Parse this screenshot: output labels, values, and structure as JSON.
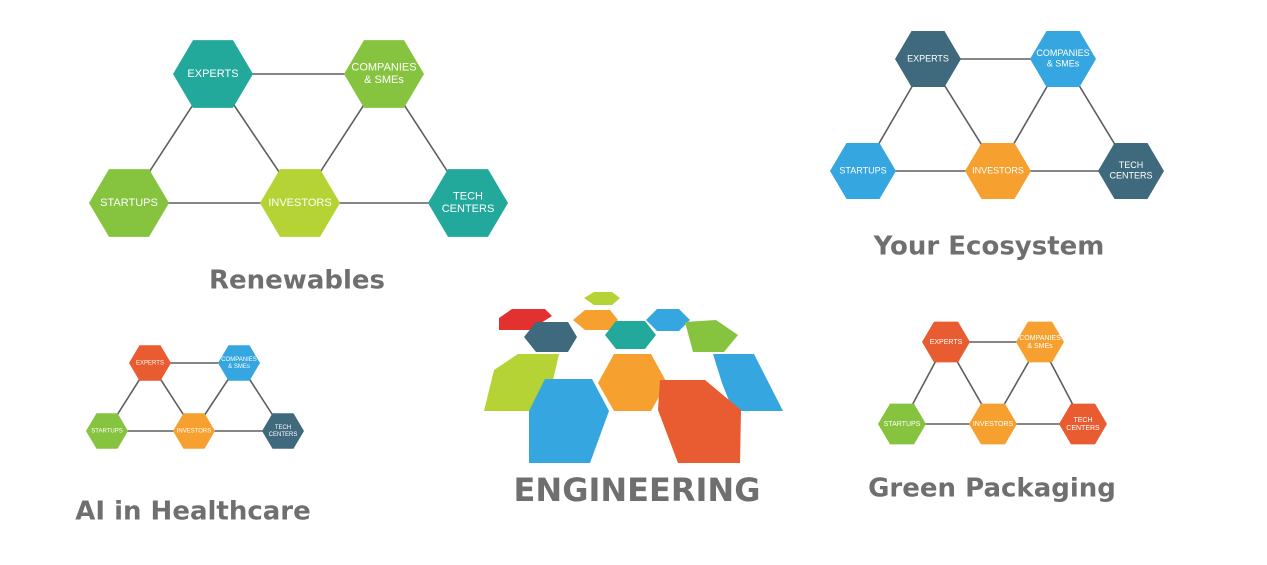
{
  "colors": {
    "teal": "#22a99c",
    "green": "#86c440",
    "lime": "#b5d334",
    "slate": "#3f6a7e",
    "blue": "#35a6df",
    "orange": "#f6a12f",
    "red": "#e95b30",
    "crimson": "#e2312f",
    "caption": "#6f6f6f"
  },
  "networks": [
    {
      "id": "renewables",
      "caption": "Renewables",
      "nodes": [
        {
          "key": "experts",
          "lines": [
            "EXPERTS"
          ],
          "color": "teal",
          "icon": "hexagon"
        },
        {
          "key": "companies",
          "lines": [
            "COMPANIES",
            "& SMEs"
          ],
          "color": "green",
          "icon": "hexagon"
        },
        {
          "key": "startups",
          "lines": [
            "STARTUPS"
          ],
          "color": "green",
          "icon": "hexagon"
        },
        {
          "key": "investors",
          "lines": [
            "INVESTORS"
          ],
          "color": "lime",
          "icon": "hexagon"
        },
        {
          "key": "tech",
          "lines": [
            "TECH",
            "CENTERS"
          ],
          "color": "teal",
          "icon": "hexagon"
        }
      ]
    },
    {
      "id": "ecosystem",
      "caption": "Your Ecosystem",
      "nodes": [
        {
          "key": "experts",
          "lines": [
            "EXPERTS"
          ],
          "color": "slate",
          "icon": "hexagon"
        },
        {
          "key": "companies",
          "lines": [
            "COMPANIES",
            "& SMEs"
          ],
          "color": "blue",
          "icon": "hexagon"
        },
        {
          "key": "startups",
          "lines": [
            "STARTUPS"
          ],
          "color": "blue",
          "icon": "hexagon"
        },
        {
          "key": "investors",
          "lines": [
            "INVESTORS"
          ],
          "color": "orange",
          "icon": "hexagon"
        },
        {
          "key": "tech",
          "lines": [
            "TECH",
            "CENTERS"
          ],
          "color": "slate",
          "icon": "hexagon"
        }
      ]
    },
    {
      "id": "healthcare",
      "caption": "AI in Healthcare",
      "nodes": [
        {
          "key": "experts",
          "lines": [
            "EXPERTS"
          ],
          "color": "red",
          "icon": "hexagon"
        },
        {
          "key": "companies",
          "lines": [
            "COMPANIES",
            "& SMEs"
          ],
          "color": "blue",
          "icon": "hexagon"
        },
        {
          "key": "startups",
          "lines": [
            "STARTUPS"
          ],
          "color": "green",
          "icon": "hexagon"
        },
        {
          "key": "investors",
          "lines": [
            "INVESTORS"
          ],
          "color": "orange",
          "icon": "hexagon"
        },
        {
          "key": "tech",
          "lines": [
            "TECH",
            "CENTERS"
          ],
          "color": "slate",
          "icon": "hexagon"
        }
      ]
    },
    {
      "id": "packaging",
      "caption": "Green Packaging",
      "nodes": [
        {
          "key": "experts",
          "lines": [
            "EXPERTS"
          ],
          "color": "red",
          "icon": "hexagon"
        },
        {
          "key": "companies",
          "lines": [
            "COMPANIES",
            "& SMEs"
          ],
          "color": "orange",
          "icon": "hexagon"
        },
        {
          "key": "startups",
          "lines": [
            "STARTUPS"
          ],
          "color": "green",
          "icon": "hexagon"
        },
        {
          "key": "investors",
          "lines": [
            "INVESTORS"
          ],
          "color": "orange",
          "icon": "hexagon"
        },
        {
          "key": "tech",
          "lines": [
            "TECH",
            "CENTERS"
          ],
          "color": "red",
          "icon": "hexagon"
        }
      ]
    }
  ],
  "center": {
    "caption": "ENGINEERING",
    "tiles": [
      "lime",
      "crimson",
      "orange",
      "blue",
      "slate",
      "teal",
      "green",
      "lime",
      "orange",
      "blue",
      "blue",
      "red"
    ],
    "icon": "hexagon-dome-logo"
  }
}
